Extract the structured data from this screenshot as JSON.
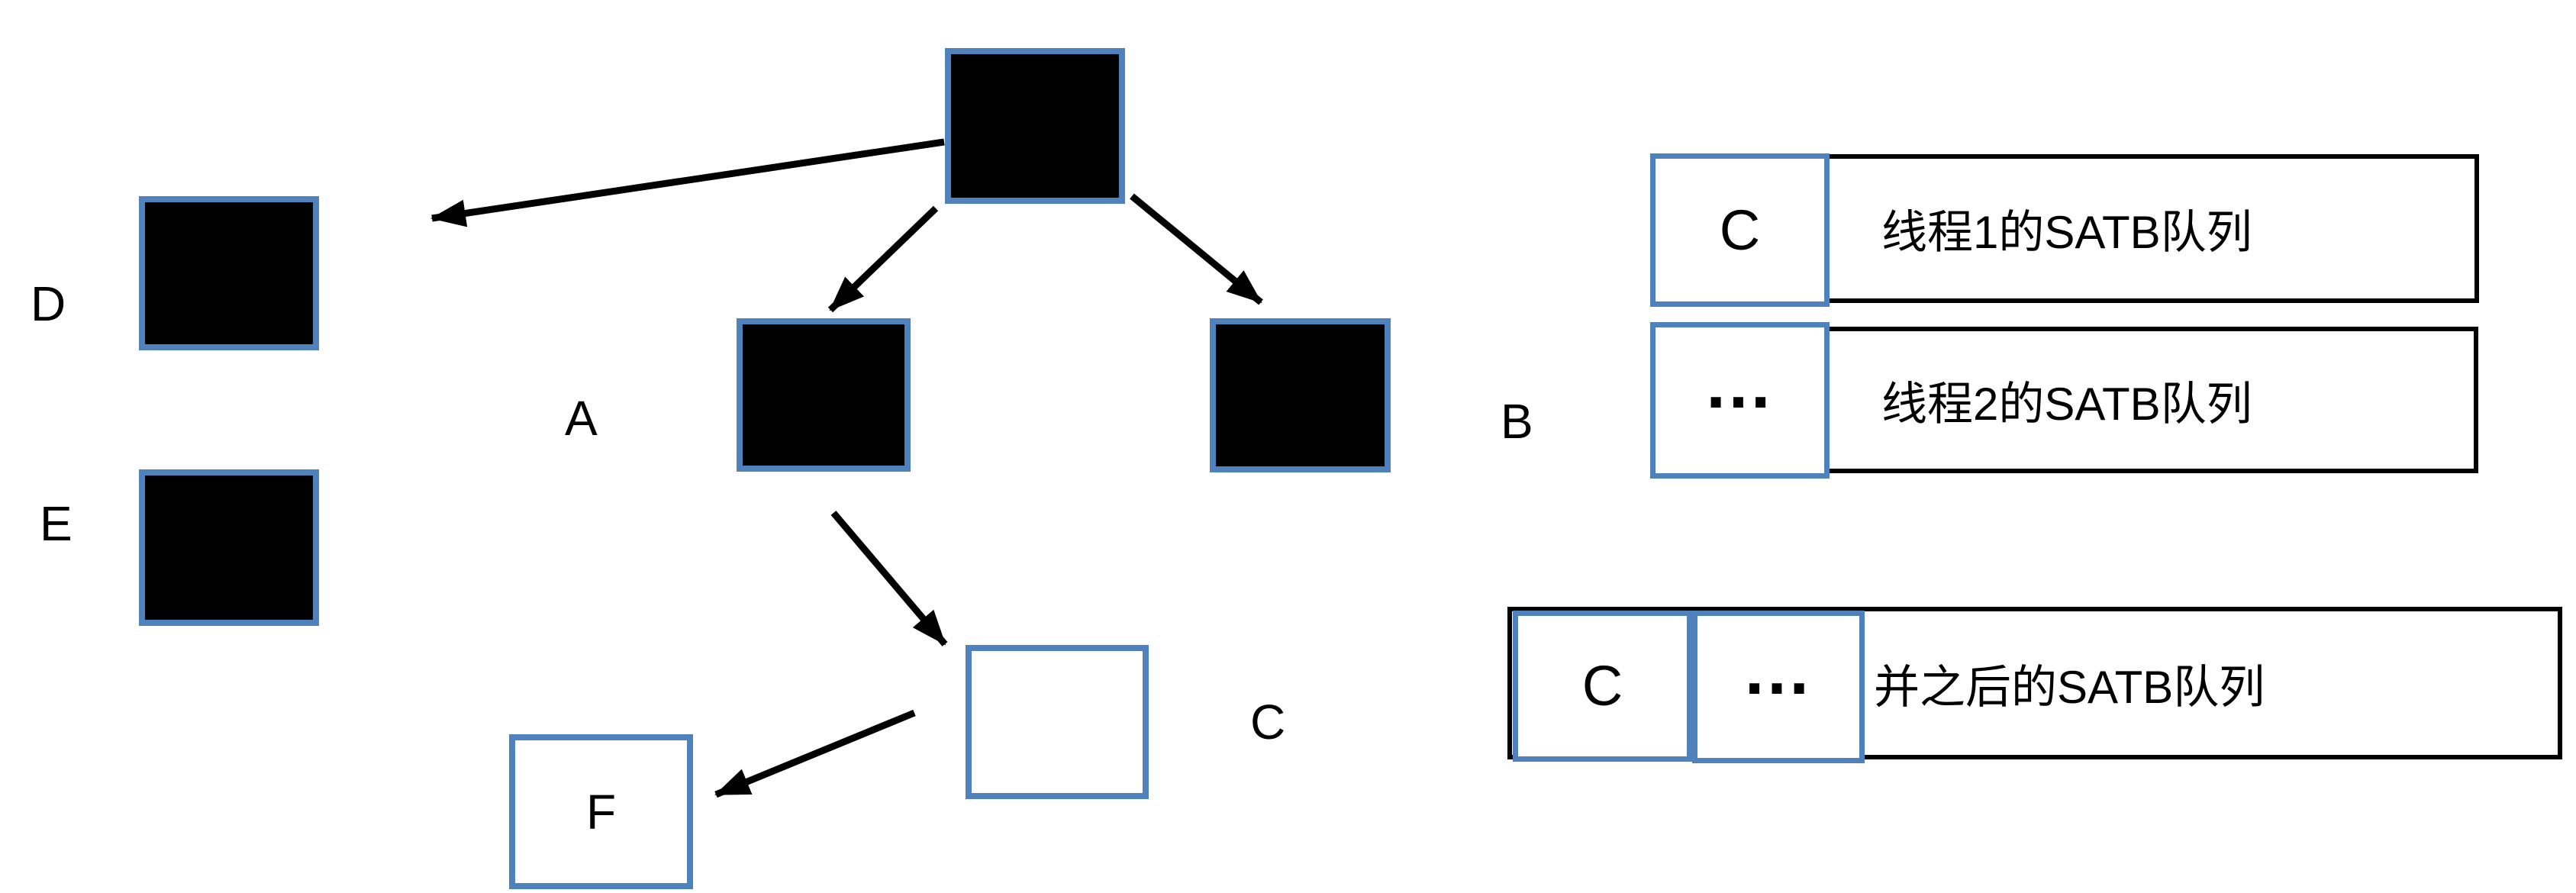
{
  "tree": {
    "label_a": "A",
    "label_b": "B",
    "label_c": "C",
    "label_d": "D",
    "label_e": "E",
    "label_f": "F"
  },
  "queues": {
    "row1": {
      "cell": "C",
      "text": "线程1的SATB队列"
    },
    "row2": {
      "cell": "…",
      "text": "线程2的SATB队列"
    },
    "row3": {
      "cell_c": "C",
      "cell_dots": "…",
      "text": "并之后的SATB队列"
    }
  },
  "colors": {
    "accent_blue": "#4f81bd",
    "line_black": "#000000"
  }
}
